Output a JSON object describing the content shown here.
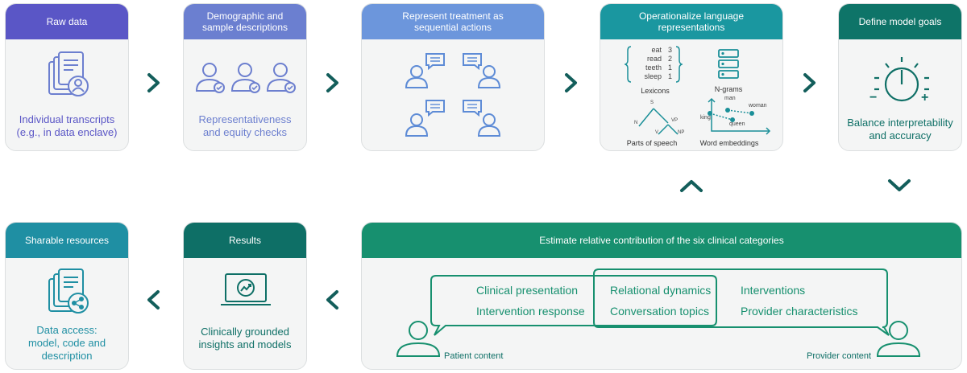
{
  "colors": {
    "purple": "#5a56c6",
    "blue_purple": "#6b7fd0",
    "blue": "#6c96dc",
    "teal_light": "#1a97a0",
    "teal_dark": "#0e7468",
    "teal_green": "#17906f",
    "sharable": "#1f8fa3",
    "results": "#0e6f66",
    "arrow": "#135e5b"
  },
  "cards": {
    "raw_data": {
      "title": "Raw data",
      "text_line1": "Individual transcripts",
      "text_line2": "(e.g., in data enclave)"
    },
    "demographic": {
      "title_line1": "Demographic and",
      "title_line2": "sample descriptions",
      "text_line1": "Representativeness",
      "text_line2": "and equity checks"
    },
    "treatment": {
      "title_line1": "Represent treatment as",
      "title_line2": "sequential actions"
    },
    "language": {
      "title": "Operationalize language representations",
      "lexicons": {
        "label": "Lexicons",
        "words": [
          "eat",
          "read",
          "teeth",
          "sleep"
        ],
        "counts": [
          "3",
          "2",
          "1",
          "1"
        ]
      },
      "ngrams": {
        "label": "N-grams"
      },
      "pos": {
        "label": "Parts of speech",
        "nodes": [
          "S",
          "N",
          "VP",
          "V",
          "NP"
        ]
      },
      "embeddings": {
        "label": "Word embeddings",
        "words": [
          "man",
          "woman",
          "king",
          "queen"
        ]
      }
    },
    "goals": {
      "title": "Define model goals",
      "text_line1": "Balance interpretability",
      "text_line2": "and accuracy",
      "minus": "−",
      "plus": "+"
    },
    "sharable": {
      "title": "Sharable resources",
      "text_line1": "Data access:",
      "text_line2": "model, code and",
      "text_line3": "description"
    },
    "results": {
      "title": "Results",
      "text_line1": "Clinically grounded",
      "text_line2": "insights and models"
    },
    "estimate": {
      "title": "Estimate relative contribution of the six clinical categories",
      "categories": [
        "Clinical presentation",
        "Intervention response",
        "Relational dynamics",
        "Conversation topics",
        "Interventions",
        "Provider characteristics"
      ],
      "patient_label": "Patient content",
      "provider_label": "Provider content"
    }
  }
}
